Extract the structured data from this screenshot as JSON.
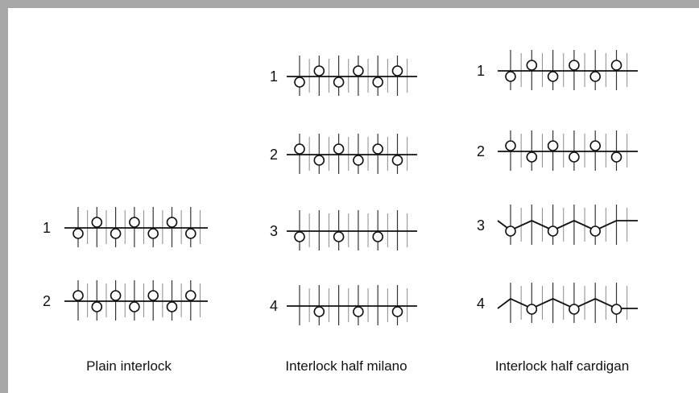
{
  "panels": [
    {
      "caption": "Plain interlock",
      "rows": [
        {
          "label": "1",
          "yarn": "straight",
          "loops": [
            "d",
            "u",
            "d",
            "u",
            "d",
            "u",
            "d"
          ]
        },
        {
          "label": "2",
          "yarn": "straight",
          "loops": [
            "u",
            "d",
            "u",
            "d",
            "u",
            "d",
            "u"
          ]
        }
      ]
    },
    {
      "caption": "Interlock half milano",
      "rows": [
        {
          "label": "1",
          "yarn": "straight",
          "loops": [
            "d",
            "u",
            "d",
            "u",
            "d",
            "u"
          ]
        },
        {
          "label": "2",
          "yarn": "straight",
          "loops": [
            "u",
            "d",
            "u",
            "d",
            "u",
            "d"
          ]
        },
        {
          "label": "3",
          "yarn": "straight",
          "loops": [
            "d",
            "-",
            "d",
            "-",
            "d",
            "-"
          ]
        },
        {
          "label": "4",
          "yarn": "straight",
          "loops": [
            "-",
            "d",
            "-",
            "d",
            "-",
            "d"
          ]
        }
      ]
    },
    {
      "caption": "Interlock half cardigan",
      "rows": [
        {
          "label": "1",
          "yarn": "straight",
          "loops": [
            "d",
            "u",
            "d",
            "u",
            "d",
            "u"
          ]
        },
        {
          "label": "2",
          "yarn": "straight",
          "loops": [
            "u",
            "d",
            "u",
            "d",
            "u",
            "d"
          ]
        },
        {
          "label": "3",
          "yarn": "zigzag-down",
          "loops": [
            "d",
            "-",
            "d",
            "-",
            "d",
            "-"
          ]
        },
        {
          "label": "4",
          "yarn": "zigzag-up",
          "loops": [
            "-",
            "d",
            "-",
            "d",
            "-",
            "d"
          ]
        }
      ]
    }
  ]
}
